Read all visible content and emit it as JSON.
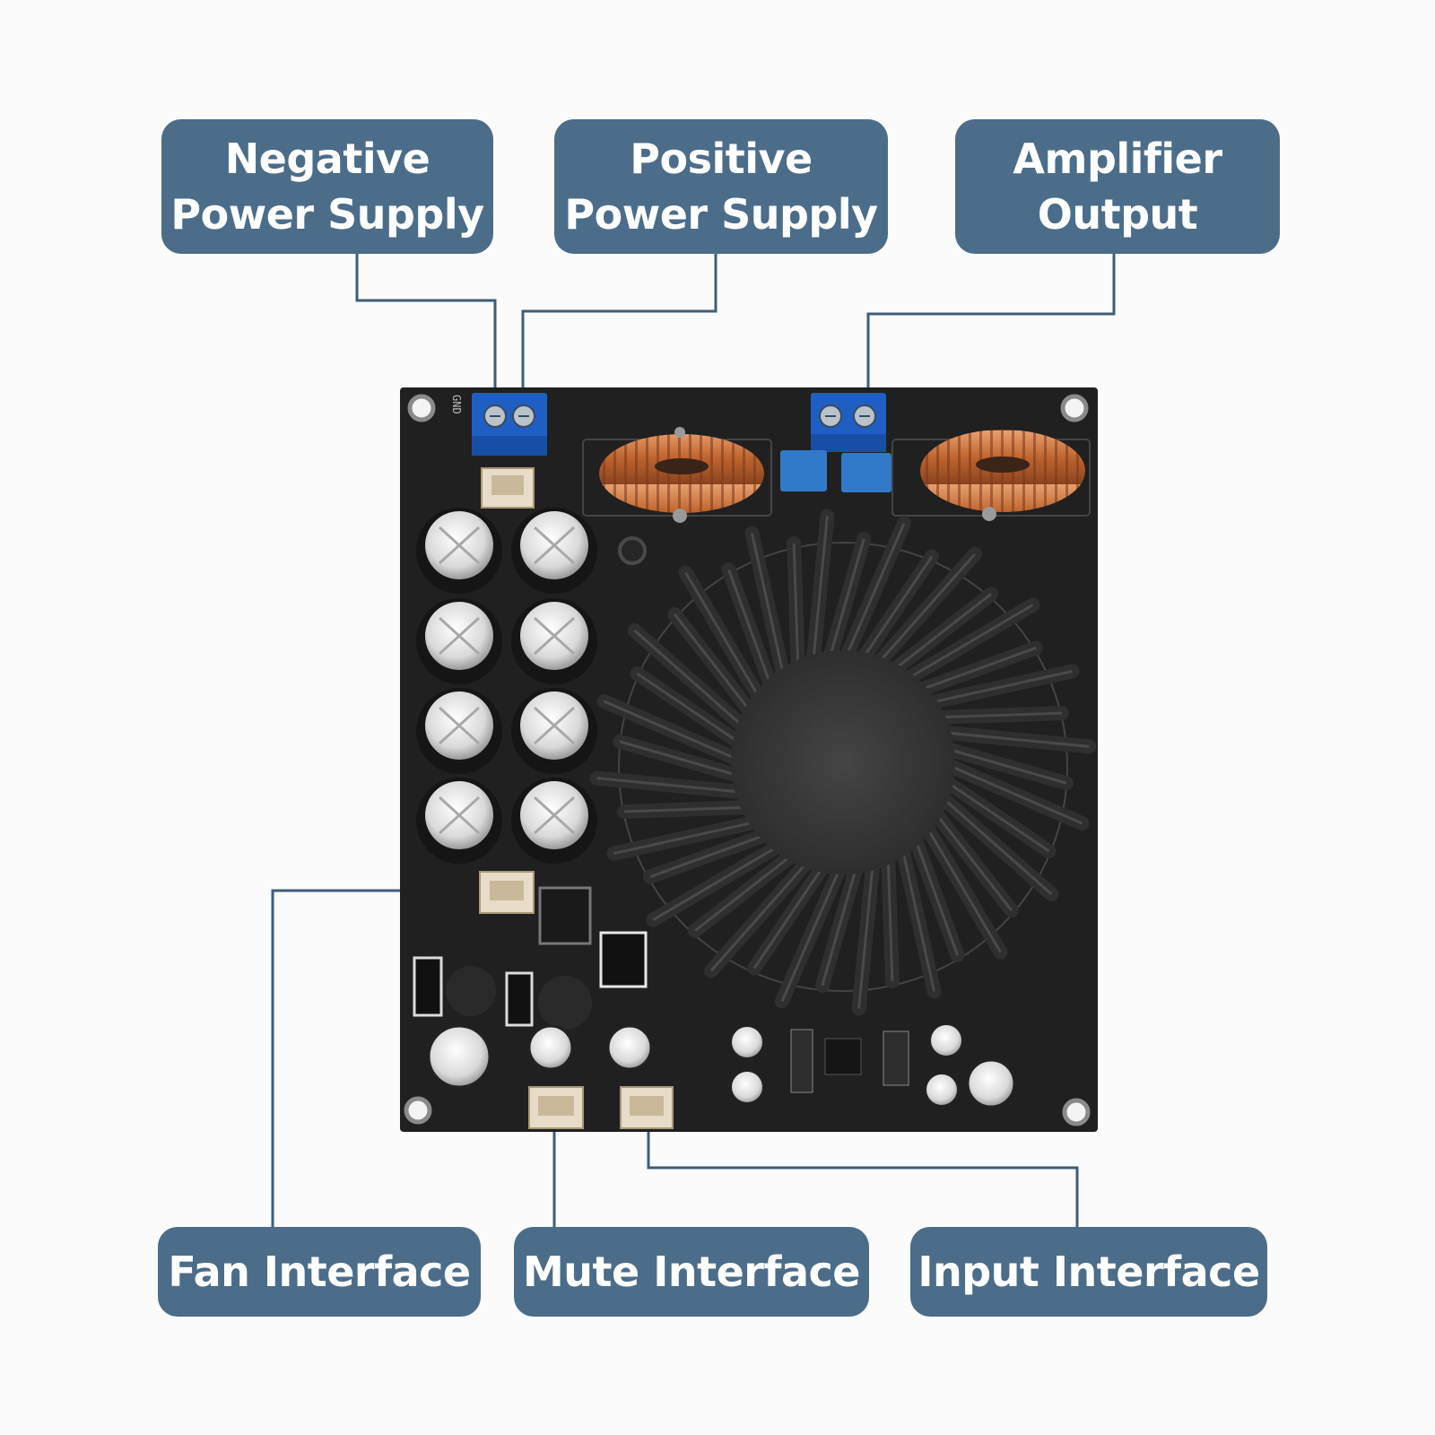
{
  "labels": {
    "negative_power_supply": "Negative\nPower Supply",
    "positive_power_supply": "Positive\nPower Supply",
    "amplifier_output": "Amplifier\nOutput",
    "fan_interface": "Fan Interface",
    "mute_interface": "Mute Interface",
    "input_interface": "Input Interface"
  },
  "board_silkscreen": {
    "gnd": "GND"
  },
  "colors": {
    "label_background": "#4b6d8a",
    "label_text": "#ffffff",
    "leader_line": "#3f5e78",
    "pcb": "#202020",
    "terminal_block": "#1f5fc4",
    "copper_coil": "#c06a3a",
    "heatsink": "#2b2b2b"
  }
}
